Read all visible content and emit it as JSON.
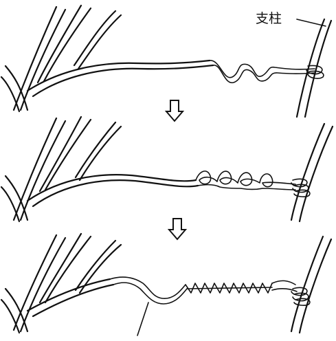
{
  "labels": {
    "support_pole": "支柱"
  },
  "colors": {
    "ink": "#111111",
    "background": "#ffffff"
  },
  "steps": [
    {
      "name": "tendril-reaching-support"
    },
    {
      "name": "tendril-coiling"
    },
    {
      "name": "tendril-spring-coil"
    }
  ],
  "arrows": [
    "arrow-down-icon",
    "arrow-down-icon"
  ]
}
